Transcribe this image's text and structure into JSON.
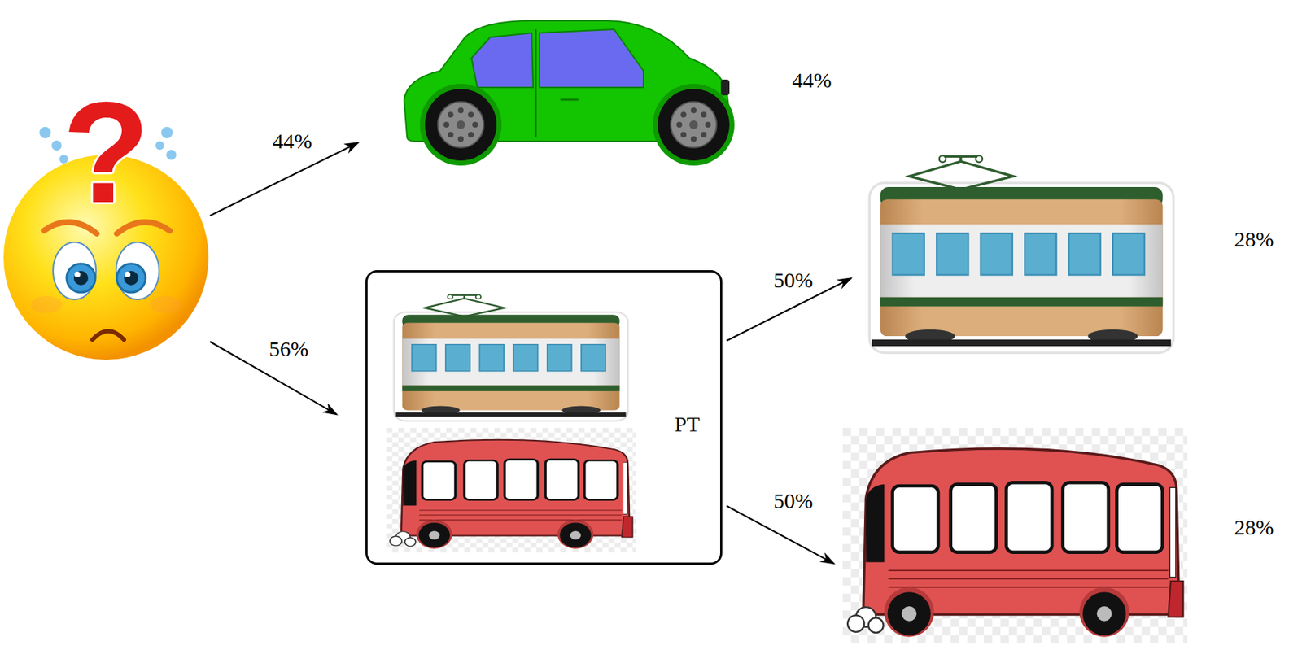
{
  "diagram": {
    "nodes": [
      {
        "text": [
          "?"
        ]
      },
      {
        "text": [
          "44%"
        ]
      },
      {
        "text": [
          "PT"
        ]
      },
      {
        "text": [
          "28%"
        ]
      },
      {
        "text": [
          "28%"
        ]
      }
    ],
    "edges": [
      {
        "from": 0,
        "to": 1,
        "arrow": "to",
        "label": "44%"
      },
      {
        "from": 0,
        "to": 2,
        "arrow": "to",
        "label": "56%"
      },
      {
        "from": 2,
        "to": 3,
        "arrow": "to",
        "label": "50%"
      },
      {
        "from": 2,
        "to": 4,
        "arrow": "to",
        "label": "50%"
      }
    ]
  }
}
